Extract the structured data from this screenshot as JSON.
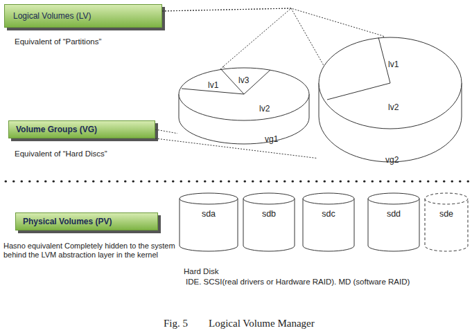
{
  "diagram": {
    "caption": "Fig. 5        Logical Volume Manager",
    "nodes": [
      {
        "text": [
          "Logical Volumes (LV)",
          "Equivalent of “Partitions”"
        ]
      },
      {
        "text": [
          "lv1",
          "lv3",
          "lv2",
          "vg1"
        ]
      },
      {
        "text": [
          "lv1",
          "lv2",
          "vg2"
        ]
      },
      {
        "text": [
          "Volume Groups (VG)",
          "Equivalent of “Hard Discs”"
        ]
      },
      {
        "text": [
          "Physical Volumes (PV)",
          "Hasno equivalent Completely hidden to the system behind the LVM abstraction layer in the kernel"
        ]
      },
      {
        "text": [
          "sda"
        ]
      },
      {
        "text": [
          "sdb"
        ]
      },
      {
        "text": [
          "sdc"
        ]
      },
      {
        "text": [
          "sdd"
        ]
      },
      {
        "text": [
          "sde"
        ]
      }
    ],
    "edges": [
      {
        "from": 0,
        "to": 1,
        "arrow": "none"
      },
      {
        "from": 0,
        "to": 2,
        "arrow": "none"
      },
      {
        "from": 3,
        "to": 1,
        "arrow": "none"
      },
      {
        "from": 3,
        "to": 2,
        "arrow": "none"
      }
    ],
    "labels": [
      "Hard Disk",
      "IDE. SCSI(real drivers or Hardware RAID). MD (software RAID)"
    ]
  }
}
